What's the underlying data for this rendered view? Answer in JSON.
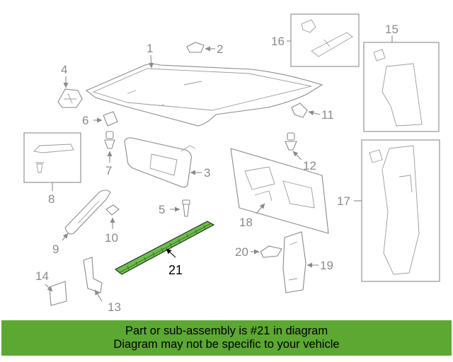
{
  "diagram": {
    "callouts": [
      "1",
      "2",
      "3",
      "4",
      "5",
      "6",
      "7",
      "8",
      "9",
      "10",
      "11",
      "12",
      "13",
      "14",
      "15",
      "16",
      "17",
      "18",
      "19",
      "20",
      "21"
    ],
    "highlighted_part": "21",
    "colors": {
      "highlight_part": "#6cbf4a",
      "line_art": "#8a8a8a",
      "banner": "#5ca832"
    }
  },
  "banner": {
    "line1": "Part or sub-assembly is #21 in diagram",
    "line2": "Diagram may not be specific to your vehicle"
  }
}
